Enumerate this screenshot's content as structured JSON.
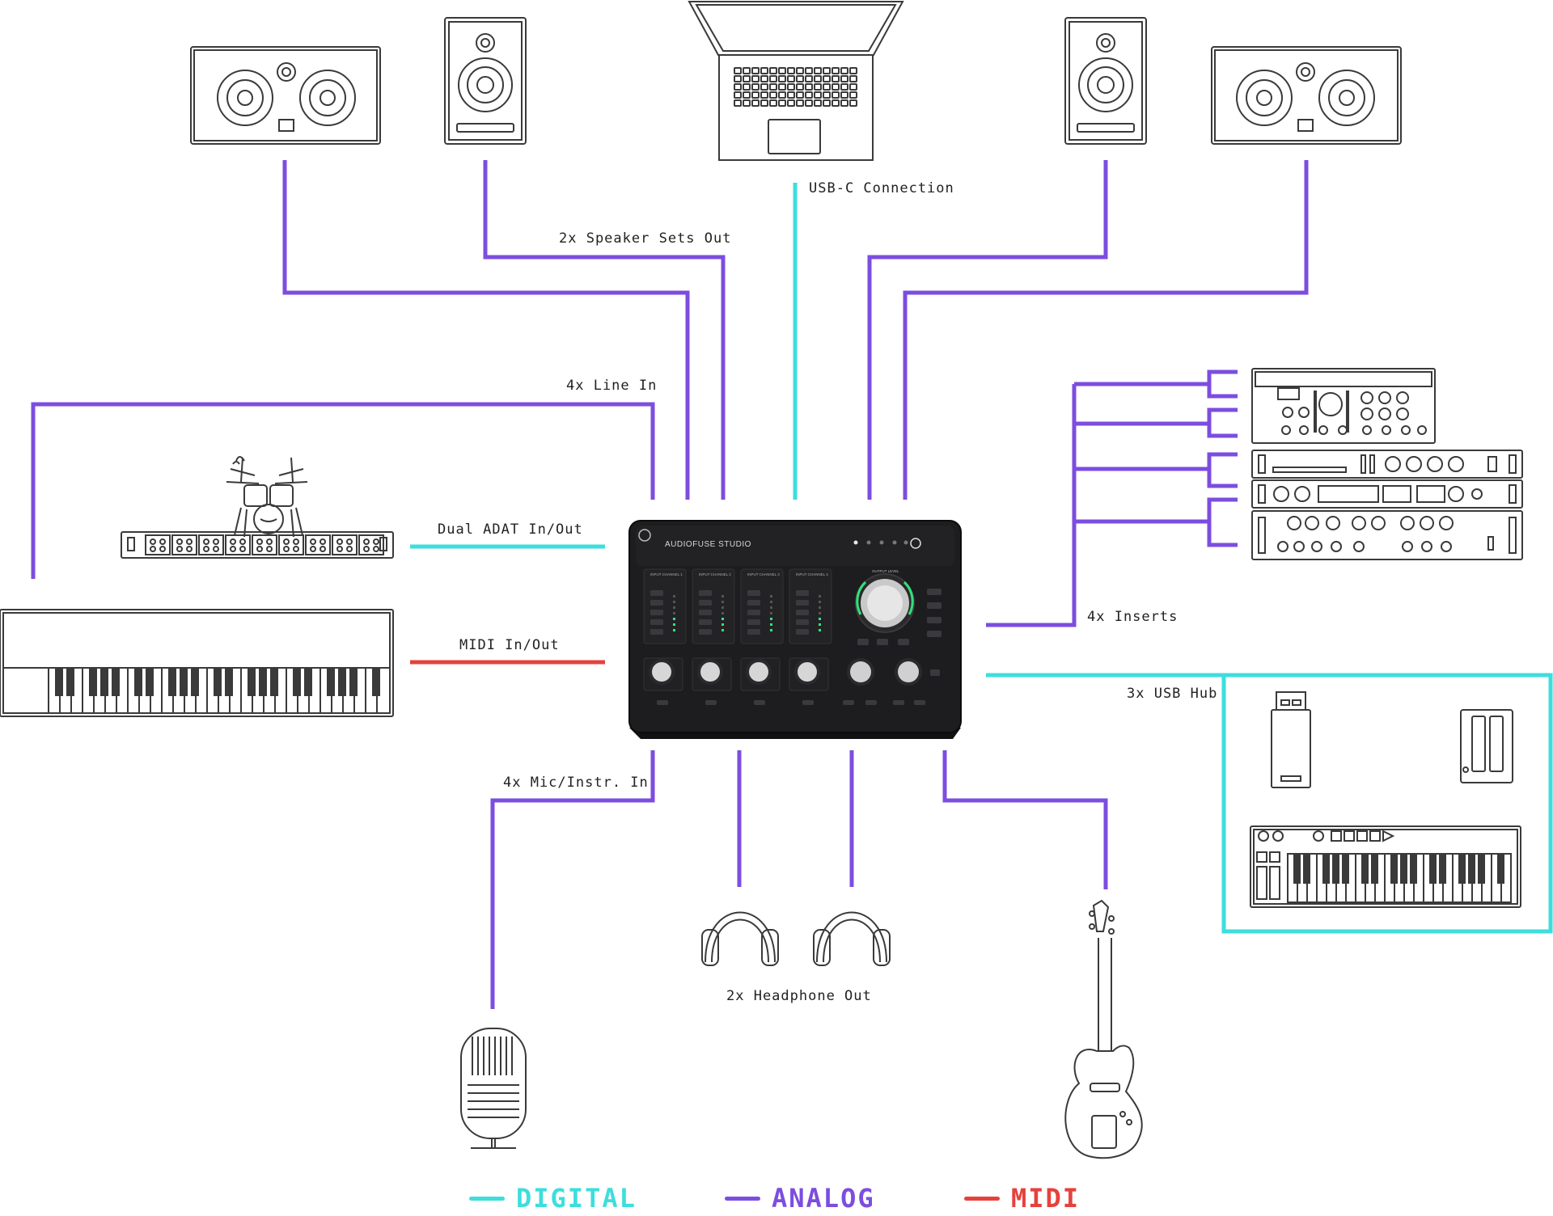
{
  "colors": {
    "digital": "#3ddedc",
    "analog": "#7c4de0",
    "midi": "#e5423c",
    "outline": "#3a3a3a",
    "device": "#1d1d1f"
  },
  "labels": {
    "usb_c": "USB-C Connection",
    "speaker_sets": "2x Speaker Sets Out",
    "line_in": "4x Line In",
    "adat": "Dual ADAT In/Out",
    "midi": "MIDI In/Out",
    "inserts": "4x Inserts",
    "usb_hub": "3x USB Hub",
    "mic_instr": "4x Mic/Instr. In",
    "headphone": "2x Headphone Out"
  },
  "device": {
    "brand": "AUDIOFUSE STUDIO",
    "input_channels": [
      "INPUT CHANNEL 1",
      "INPUT CHANNEL 2",
      "INPUT CHANNEL 3",
      "INPUT CHANNEL 4"
    ],
    "output_level": "OUTPUT LEVEL"
  },
  "legend": [
    {
      "label": "DIGITAL",
      "color": "#3ddedc"
    },
    {
      "label": "ANALOG",
      "color": "#7c4de0"
    },
    {
      "label": "MIDI",
      "color": "#e5423c"
    }
  ]
}
